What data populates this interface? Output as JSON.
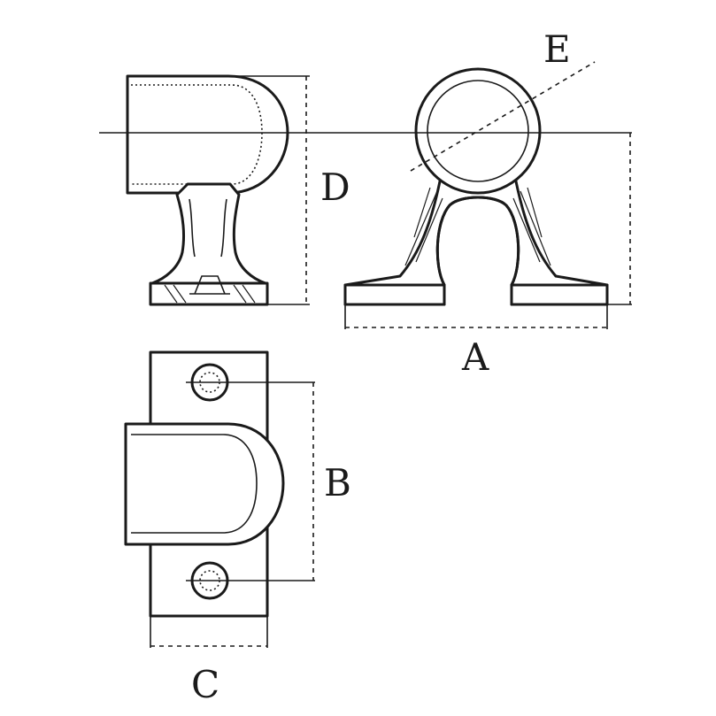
{
  "dimension_labels": {
    "a": "A",
    "b": "B",
    "c": "C",
    "d": "D",
    "e": "E"
  }
}
